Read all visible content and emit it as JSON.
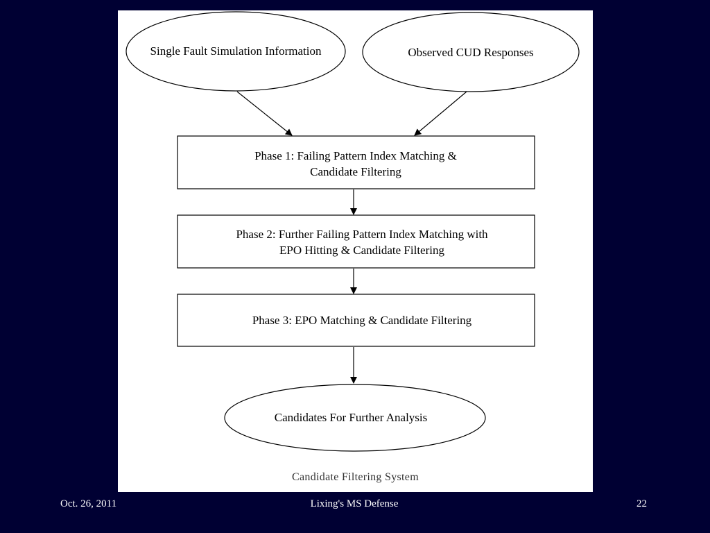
{
  "diagram": {
    "nodes": {
      "input_simulation": {
        "label": "Single Fault Simulation Information",
        "shape": "ellipse"
      },
      "input_observed": {
        "label": "Observed CUD Responses",
        "shape": "ellipse"
      },
      "phase1": {
        "lines": [
          "Phase 1: Failing Pattern Index Matching &",
          "Candidate Filtering"
        ],
        "shape": "rect"
      },
      "phase2": {
        "lines": [
          "Phase 2: Further Failing Pattern Index Matching with",
          "EPO Hitting & Candidate Filtering"
        ],
        "shape": "rect"
      },
      "phase3": {
        "label": "Phase 3: EPO Matching & Candidate Filtering",
        "shape": "rect"
      },
      "output": {
        "label": "Candidates For Further Analysis",
        "shape": "ellipse"
      }
    },
    "edges": [
      [
        "input_simulation",
        "phase1"
      ],
      [
        "input_observed",
        "phase1"
      ],
      [
        "phase1",
        "phase2"
      ],
      [
        "phase2",
        "phase3"
      ],
      [
        "phase3",
        "output"
      ]
    ],
    "caption": "Candidate Filtering System"
  },
  "footer": {
    "date": "Oct. 26, 2011",
    "title": "Lixing's MS Defense",
    "page": "22"
  },
  "colors": {
    "background": "#000033",
    "figure_background": "#ffffff",
    "stroke": "#000000",
    "footer_text": "#ffffff"
  }
}
